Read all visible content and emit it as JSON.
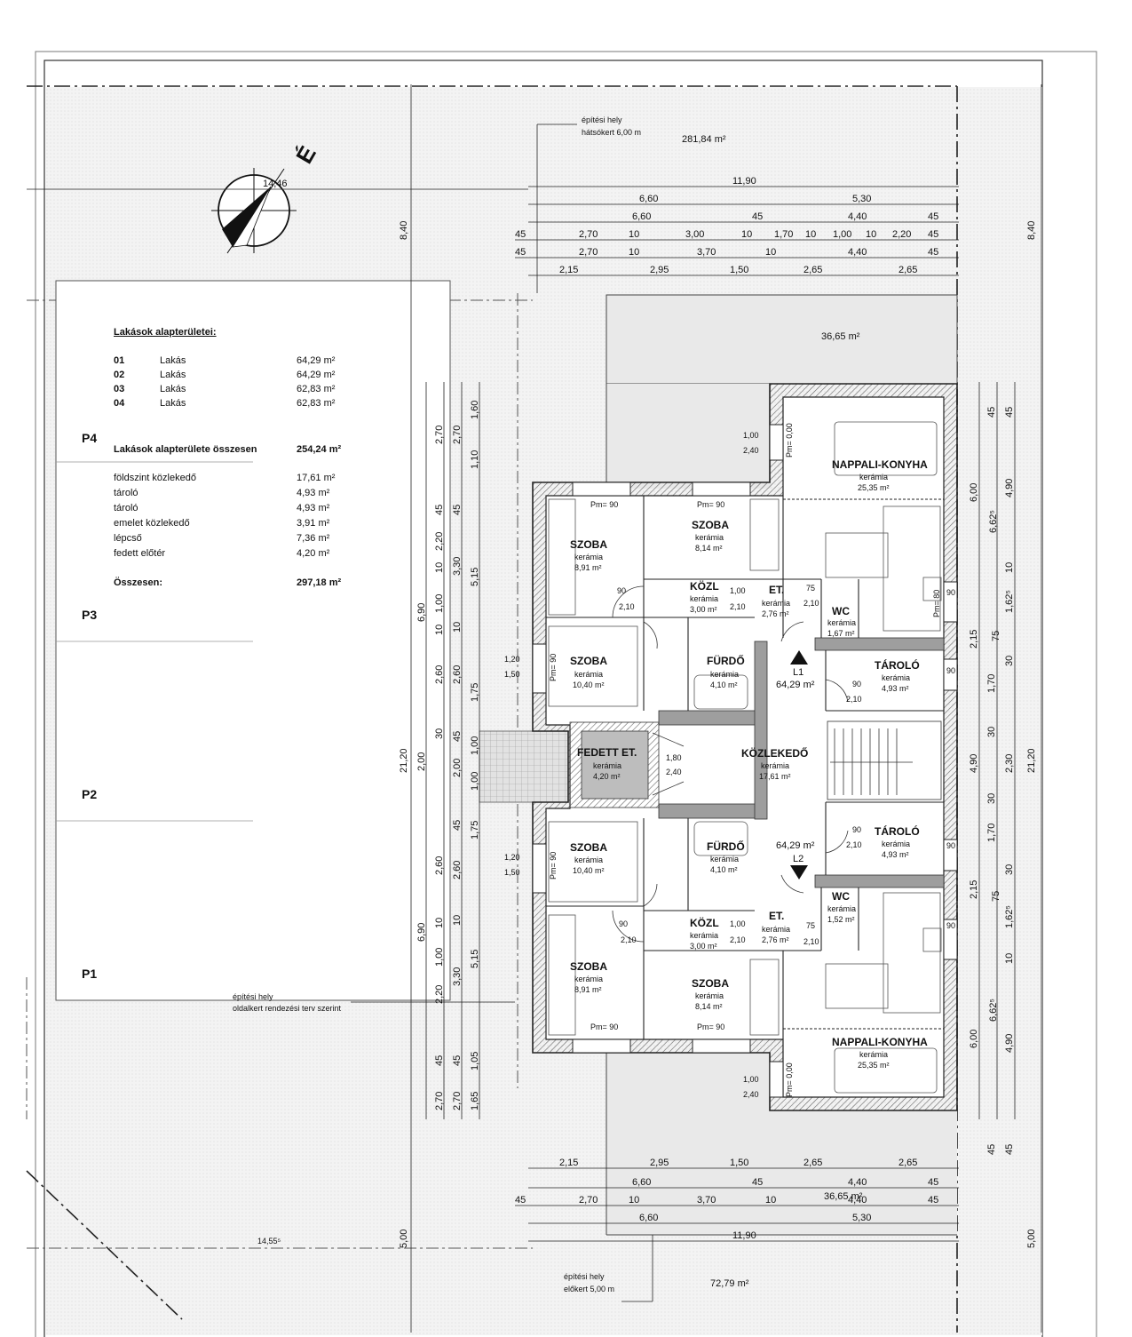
{
  "north": {
    "angle": "14,46"
  },
  "areas": {
    "rear": "281,84 m²",
    "terrace_top": "36,65 m²",
    "terrace_bottom": "36,65 m²",
    "front": "72,79 m²"
  },
  "notes": {
    "rear_1": "építési hely",
    "rear_2": "hátsókert 6,00 m",
    "side_1": "építési hely",
    "side_2": "oldalkert rendezési terv szerint",
    "front_1": "építési hely",
    "front_2": "előkert 5,00 m",
    "side_dim": "14,55⁵"
  },
  "legend": {
    "title": "Lakások alapterületei:",
    "units": [
      {
        "no": "01",
        "name": "Lakás",
        "area": "64,29 m²"
      },
      {
        "no": "02",
        "name": "Lakás",
        "area": "64,29 m²"
      },
      {
        "no": "03",
        "name": "Lakás",
        "area": "62,83 m²"
      },
      {
        "no": "04",
        "name": "Lakás",
        "area": "62,83 m²"
      }
    ],
    "total_label": "Lakások alapterülete összesen",
    "total_value": "254,24 m²",
    "common": [
      {
        "name": "földszint közlekedő",
        "area": "17,61 m²"
      },
      {
        "name": "tároló",
        "area": "4,93 m²"
      },
      {
        "name": "tároló",
        "area": "4,93 m²"
      },
      {
        "name": "emelet közlekedő",
        "area": "3,91 m²"
      },
      {
        "name": "lépcső",
        "area": "7,36 m²"
      },
      {
        "name": "fedett előtér",
        "area": "4,20 m²"
      }
    ],
    "sum_label": "Összesen:",
    "sum_value": "297,18 m²",
    "parcels": [
      "P4",
      "P3",
      "P2",
      "P1"
    ]
  },
  "rooms": [
    {
      "id": "nk-top",
      "name": "NAPPALI-KONYHA",
      "finish": "kerámia",
      "area": "25,35 m²"
    },
    {
      "id": "szoba-tl",
      "name": "SZOBA",
      "finish": "kerámia",
      "area": "8,91 m²"
    },
    {
      "id": "szoba-tm",
      "name": "SZOBA",
      "finish": "kerámia",
      "area": "8,14 m²"
    },
    {
      "id": "kozl-top",
      "name": "KÖZL",
      "finish": "kerámia",
      "area": "3,00 m²"
    },
    {
      "id": "et-top",
      "name": "ET.",
      "finish": "kerámia",
      "area": "2,76 m²"
    },
    {
      "id": "wc-top",
      "name": "WC",
      "finish": "kerámia",
      "area": "1,67 m²"
    },
    {
      "id": "szoba-ml",
      "name": "SZOBA",
      "finish": "kerámia",
      "area": "10,40 m²"
    },
    {
      "id": "furdo-top",
      "name": "FÜRDŐ",
      "finish": "kerámia",
      "area": "4,10 m²"
    },
    {
      "id": "taroló-top",
      "name": "TÁROLÓ",
      "finish": "kerámia",
      "area": "4,93 m²"
    },
    {
      "id": "fedett",
      "name": "FEDETT ET.",
      "finish": "kerámia",
      "area": "4,20 m²"
    },
    {
      "id": "kozlekedo",
      "name": "KÖZLEKEDŐ",
      "finish": "kerámia",
      "area": "17,61 m²"
    },
    {
      "id": "szoba-bl",
      "name": "SZOBA",
      "finish": "kerámia",
      "area": "10,40 m²"
    },
    {
      "id": "furdo-bot",
      "name": "FÜRDŐ",
      "finish": "kerámia",
      "area": "4,10 m²"
    },
    {
      "id": "taroló-bot",
      "name": "TÁROLÓ",
      "finish": "kerámia",
      "area": "4,93 m²"
    },
    {
      "id": "wc-bot",
      "name": "WC",
      "finish": "kerámia",
      "area": "1,52 m²"
    },
    {
      "id": "kozl-bot",
      "name": "KÖZL",
      "finish": "kerámia",
      "area": "3,00 m²"
    },
    {
      "id": "et-bot",
      "name": "ET.",
      "finish": "kerámia",
      "area": "2,76 m²"
    },
    {
      "id": "szoba-bb",
      "name": "SZOBA",
      "finish": "kerámia",
      "area": "8,91 m²"
    },
    {
      "id": "szoba-bm",
      "name": "SZOBA",
      "finish": "kerámia",
      "area": "8,14 m²"
    },
    {
      "id": "nk-bot",
      "name": "NAPPALI-KONYHA",
      "finish": "kerámia",
      "area": "25,35 m²"
    }
  ],
  "units_plan": [
    {
      "name": "L1",
      "area": "64,29 m²"
    },
    {
      "name": "L2",
      "area": "64,29 m²"
    }
  ],
  "dims": {
    "top1": [
      "11,90"
    ],
    "top2": [
      "6,60",
      "5,30"
    ],
    "top3": [
      "6,60",
      "45",
      "4,40",
      "45"
    ],
    "top4": [
      "45",
      "2,70",
      "10",
      "3,00",
      "10",
      "1,70",
      "10",
      "1,00",
      "10",
      "2,20",
      "45"
    ],
    "top5": [
      "45",
      "2,70",
      "10",
      "3,70",
      "10",
      "4,40",
      "45"
    ],
    "top6": [
      "2,15",
      "2,95",
      "1,50",
      "2,65",
      "2,65"
    ],
    "bot1": [
      "2,15",
      "2,95",
      "1,50",
      "2,65",
      "2,65"
    ],
    "bot2": [
      "6,60",
      "45",
      "4,40",
      "45"
    ],
    "bot3": [
      "45",
      "2,70",
      "10",
      "3,70",
      "10",
      "4,40",
      "45"
    ],
    "bot4": [
      "6,60",
      "5,30"
    ],
    "bot5": [
      "11,90"
    ],
    "left_outer": [
      "8,40",
      "21,20",
      "5,00"
    ],
    "left_a": [
      "6,90",
      "2,00",
      "6,90"
    ],
    "left_b": [
      "2,70",
      "45",
      "2,20",
      "10",
      "1,00",
      "10",
      "2,60",
      "30",
      "2,60",
      "10",
      "1,00",
      "10",
      "2,20",
      "45",
      "2,70"
    ],
    "left_c": [
      "2,70",
      "45",
      "3,30",
      "10",
      "2,60",
      "45",
      "2,00",
      "45",
      "2,60",
      "10",
      "3,30",
      "45",
      "2,70"
    ],
    "left_d": [
      "1,60",
      "1,10",
      "5,15",
      "1,75",
      "1,00",
      "1,00",
      "1,75",
      "5,15",
      "1,05",
      "1,65"
    ],
    "right_a": [
      "45",
      "6,00",
      "2,15",
      "1,70",
      "30",
      "4,90",
      "30",
      "1,70",
      "2,15",
      "6,00",
      "45"
    ],
    "right_b": [
      "45",
      "4,90",
      "10",
      "1,62⁵",
      "75",
      "30",
      "2,30",
      "30",
      "75",
      "1,62⁵",
      "10",
      "4,90",
      "45"
    ],
    "right_c": [
      "6,62⁵",
      "6,62⁵"
    ],
    "right_outer": [
      "8,40",
      "21,20",
      "5,00"
    ]
  },
  "openings": {
    "pm90": "Pm= 90",
    "pm0": "Pm= 0,00",
    "pm80": "Pm= 80",
    "w1": "1,20",
    "w2": "1,50",
    "w3": "1,00",
    "w4": "2,40",
    "d1": "90",
    "d2": "2,10",
    "d3": "75",
    "d4": "1,80"
  }
}
